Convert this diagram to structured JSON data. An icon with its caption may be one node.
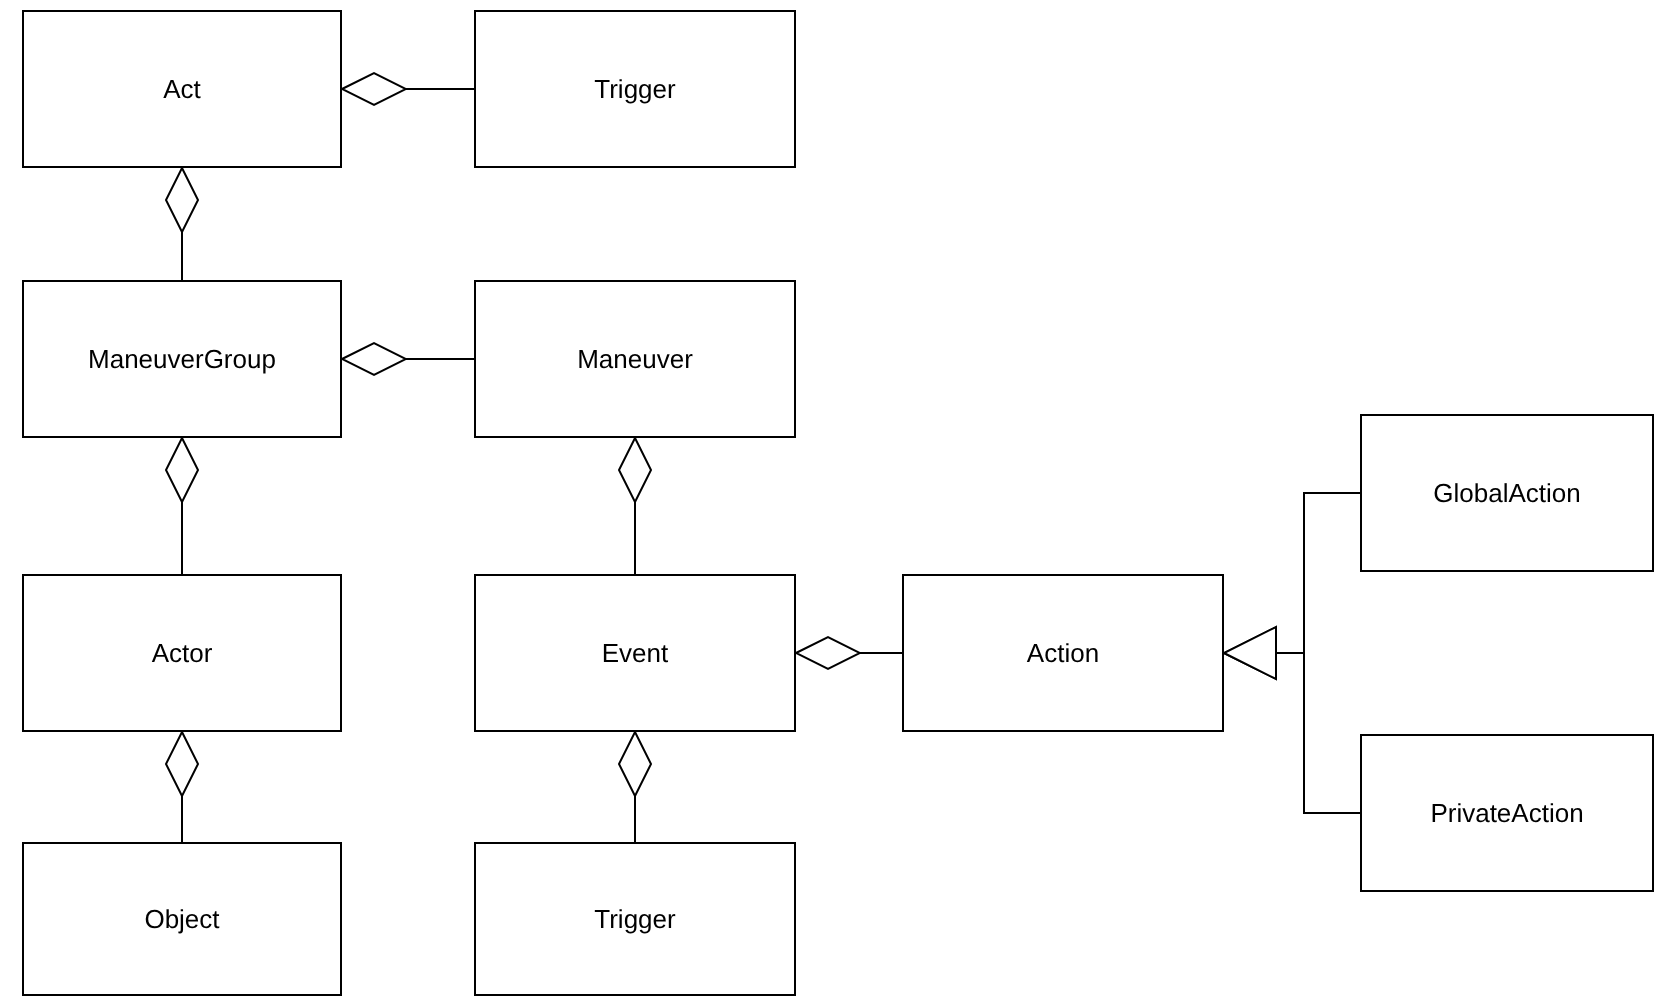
{
  "diagram": {
    "nodes": [
      {
        "text": [
          "Act"
        ]
      },
      {
        "text": [
          "Trigger"
        ]
      },
      {
        "text": [
          "ManeuverGroup"
        ]
      },
      {
        "text": [
          "Maneuver"
        ]
      },
      {
        "text": [
          "GlobalAction"
        ]
      },
      {
        "text": [
          "Actor"
        ]
      },
      {
        "text": [
          "Event"
        ]
      },
      {
        "text": [
          "Action"
        ]
      },
      {
        "text": [
          "PrivateAction"
        ]
      },
      {
        "text": [
          "Object"
        ]
      },
      {
        "text": [
          "Trigger"
        ]
      }
    ],
    "edges": [
      {
        "from": 0,
        "to": 1,
        "arrow": "other"
      },
      {
        "from": 0,
        "to": 2,
        "arrow": "other"
      },
      {
        "from": 2,
        "to": 3,
        "arrow": "other"
      },
      {
        "from": 2,
        "to": 5,
        "arrow": "other"
      },
      {
        "from": 3,
        "to": 6,
        "arrow": "other"
      },
      {
        "from": 5,
        "to": 9,
        "arrow": "other"
      },
      {
        "from": 6,
        "to": 7,
        "arrow": "other"
      },
      {
        "from": 6,
        "to": 10,
        "arrow": "other"
      },
      {
        "from": 4,
        "to": 7,
        "arrow": "to"
      },
      {
        "from": 8,
        "to": 7,
        "arrow": "to"
      }
    ]
  }
}
